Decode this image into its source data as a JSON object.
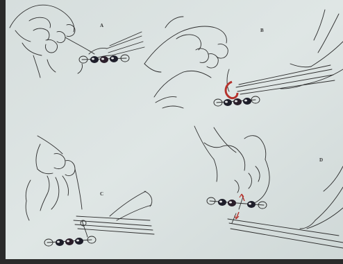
{
  "panels": [
    {
      "label": "A"
    },
    {
      "label": "B"
    },
    {
      "label": "C"
    },
    {
      "label": "D"
    }
  ],
  "colors": {
    "paper": "#dce3e2",
    "paper_edge": "#c9d2d1",
    "ink": "#2c2c2c",
    "bead_dark": "#1e1e2a",
    "bead_red": "#6a2e3c",
    "accent_red": "#b5322c"
  }
}
